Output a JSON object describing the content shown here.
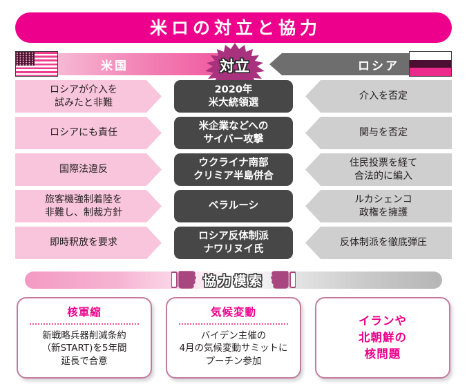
{
  "title": "米ロの対立と協力",
  "header": {
    "us_flag": "us-flag-icon",
    "ru_flag": "russia-flag-icon",
    "us_label": "米国",
    "ru_label": "ロシア",
    "conflict_badge": "対立",
    "colors": {
      "title_bg": "#ec008c",
      "us_bar": "#f0559e",
      "ru_bar": "#6e6e6e",
      "burst": "#a8327d"
    }
  },
  "conflict_rows": [
    {
      "us": "ロシアが介入を\n試みたと非難",
      "topic": "2020年\n米大統領選",
      "ru": "介入を否定"
    },
    {
      "us": "ロシアにも責任",
      "topic": "米企業などへの\nサイバー攻撃",
      "ru": "関与を否定"
    },
    {
      "us": "国際法違反",
      "topic": "ウクライナ南部\nクリミア半島併合",
      "ru": "住民投票を経て\n合法的に編入"
    },
    {
      "us": "旅客機強制着陸を\n非難し、制裁方針",
      "topic": "ベラルーシ",
      "ru": "ルカシェンコ\n政権を擁護"
    },
    {
      "us": "即時釈放を要求",
      "topic": "ロシア反体制派\nナワリヌイ氏",
      "ru": "反体制派を徹底弾圧"
    }
  ],
  "cooperation": {
    "banner_label": "協力模索",
    "left_hand": "pointing-hand-left-icon",
    "right_hand": "pointing-hand-right-icon",
    "cards": [
      {
        "title": "核軍縮",
        "body": "新戦略兵器削減条約\n（新START)を5年間\n延長で合意",
        "big": false
      },
      {
        "title": "気候変動",
        "body": "バイデン主催の\n4月の気候変動サミットに\nプーチン参加",
        "big": false
      },
      {
        "title": "イランや\n北朝鮮の\n核問題",
        "body": "",
        "big": true
      }
    ]
  }
}
